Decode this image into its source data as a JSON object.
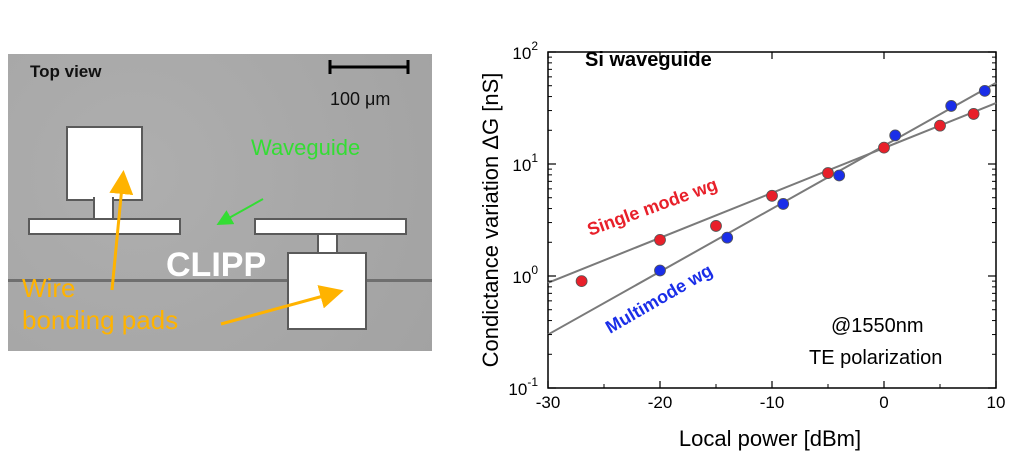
{
  "image_panel": {
    "top_view_label": "Top view",
    "scale_label": "100 μm",
    "waveguide_label": "Waveguide",
    "clipp_label": "CLIPP",
    "wire_label_line1": "Wire",
    "wire_label_line2": "bonding pads"
  },
  "colors": {
    "red_series": "#e8202a",
    "blue_series": "#1a2ee8",
    "fit_line": "#7a7a7a",
    "waveguide_label": "#33dd33",
    "pad_label": "#ffb300"
  },
  "chart_data": {
    "type": "scatter",
    "title": "Si waveguide",
    "xlabel": "Local power [dBm]",
    "ylabel": "Condictance variation ΔG [nS]",
    "xlim": [
      -30,
      10
    ],
    "ylim_log": [
      0.1,
      100
    ],
    "y_scale": "log",
    "x_ticks": [
      "-30",
      "-20",
      "-10",
      "0",
      "10"
    ],
    "y_ticks": [
      {
        "base": "10",
        "exp": "-1",
        "value": 0.1
      },
      {
        "base": "10",
        "exp": "0",
        "value": 1
      },
      {
        "base": "10",
        "exp": "1",
        "value": 10
      },
      {
        "base": "10",
        "exp": "2",
        "value": 100
      }
    ],
    "annotations": [
      "@1550nm",
      "TE polarization"
    ],
    "series": [
      {
        "name": "Single mode wg",
        "color": "#e8202a",
        "x": [
          -27,
          -20,
          -15,
          -10,
          -5,
          0,
          5,
          8
        ],
        "y": [
          0.9,
          2.1,
          2.8,
          5.2,
          8.3,
          14,
          22,
          28
        ],
        "fit": {
          "x": [
            -30,
            10
          ],
          "y": [
            0.87,
            35
          ]
        }
      },
      {
        "name": "Multimode wg",
        "color": "#1a2ee8",
        "x": [
          -20,
          -14,
          -9,
          -4,
          1,
          6,
          9
        ],
        "y": [
          1.12,
          2.2,
          4.4,
          7.9,
          18,
          33,
          45
        ],
        "fit": {
          "x": [
            -30,
            10
          ],
          "y": [
            0.3,
            53
          ]
        }
      }
    ]
  }
}
